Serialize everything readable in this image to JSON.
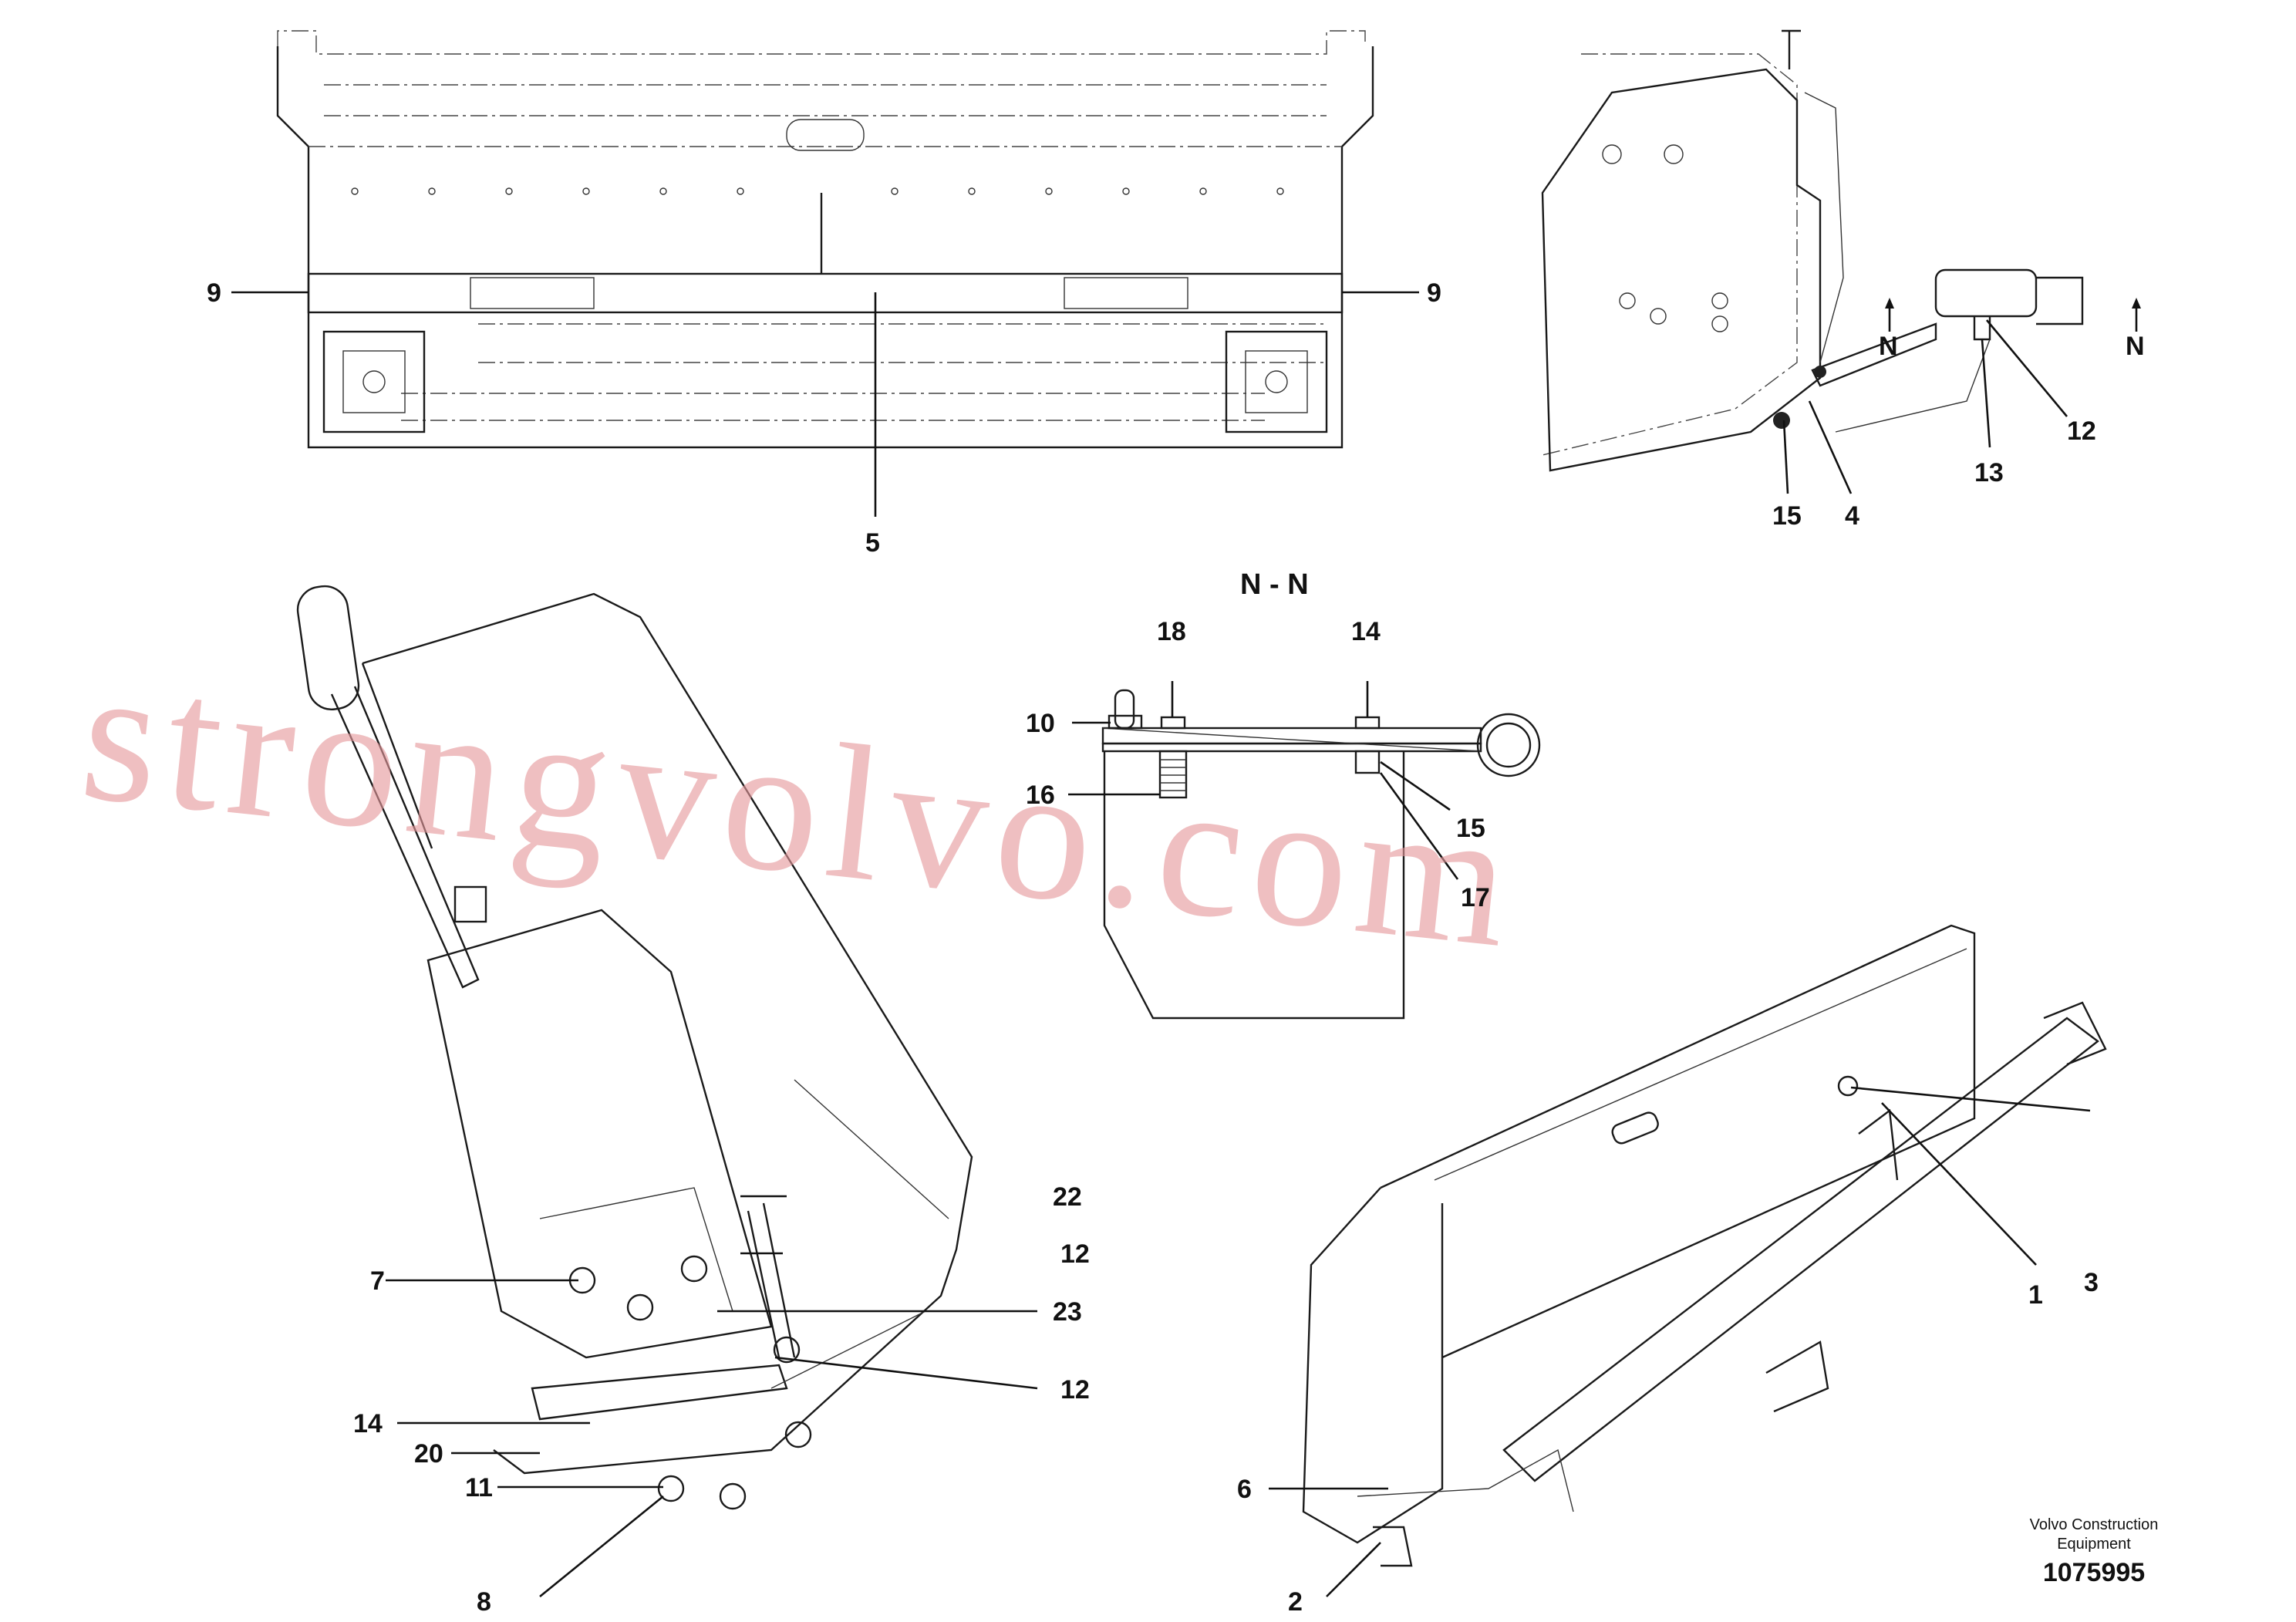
{
  "figure": {
    "section_label": "N - N",
    "section_marker": "N",
    "maker": [
      "Volvo Construction",
      "Equipment"
    ],
    "reference_number": "1075995",
    "watermark": "strongvolvo.com"
  },
  "callouts": [
    "1",
    "2",
    "3",
    "4",
    "5",
    "6",
    "7",
    "8",
    "9",
    "9",
    "10",
    "11",
    "12",
    "12",
    "12",
    "13",
    "14",
    "14",
    "15",
    "15",
    "16",
    "17",
    "18",
    "20",
    "22",
    "23"
  ]
}
